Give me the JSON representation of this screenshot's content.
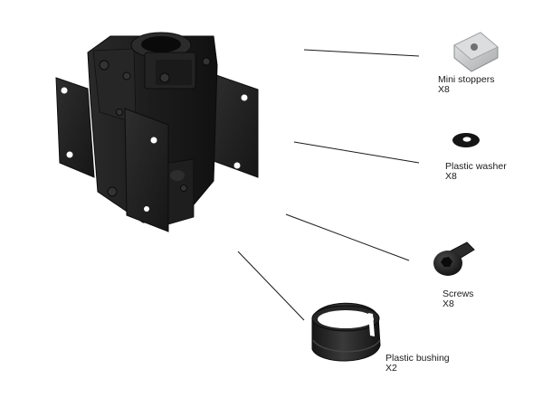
{
  "parts": [
    {
      "id": "mini-stoppers",
      "name": "Mini stoppers",
      "qty": "X8"
    },
    {
      "id": "plastic-washer",
      "name": "Plastic washer",
      "qty": "X8"
    },
    {
      "id": "screws",
      "name": "Screws",
      "qty": "X8"
    },
    {
      "id": "plastic-bushing",
      "name": "Plastic bushing",
      "qty": "X2"
    }
  ],
  "colors": {
    "metal_dark": "#1b1b1b",
    "metal_mid": "#2c2c2c",
    "metal_light": "#3c3c3c",
    "stopper": "#c9cbcc",
    "leader_line": "#1a1a1a"
  }
}
